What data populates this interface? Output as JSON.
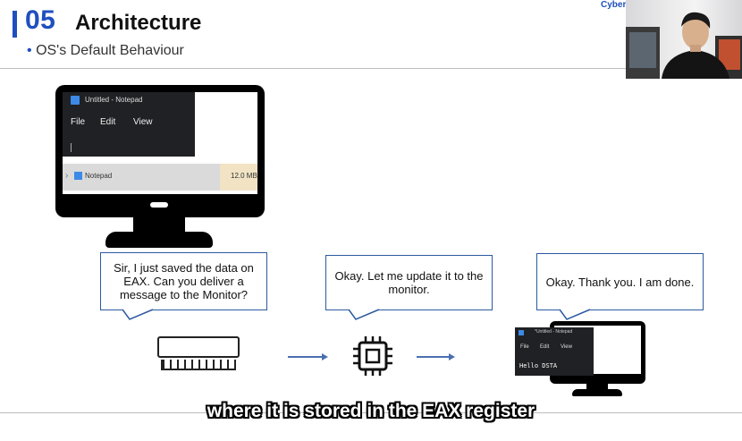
{
  "slide": {
    "number": "05",
    "title": "Architecture",
    "subtitle_bullet": "•",
    "subtitle": "OS's Default Behaviour",
    "brand_fragment": "Cyber"
  },
  "notepad_window": {
    "title": "Untitled - Notepad",
    "menu": [
      "File",
      "Edit",
      "View"
    ]
  },
  "task_manager_row": {
    "chevron": "›",
    "process": "Notepad",
    "memory": "12.0 MB"
  },
  "bubbles": {
    "memory_to_cpu": "Sir, I just saved the data on EAX. Can you deliver a message to the Monitor?",
    "cpu_reply": "Okay. Let me update it to the monitor.",
    "monitor_reply": "Okay. Thank you. I am done."
  },
  "small_notepad": {
    "title": "*Untitled - Notepad",
    "menu": [
      "File",
      "Edit",
      "View"
    ],
    "typed_text": "Hello DSTA"
  },
  "caption": "where it is stored in the EAX register",
  "colors": {
    "accent": "#1f4fbf",
    "bubble_border": "#2c5aa0",
    "arrow": "#4a6fb0",
    "notepad_dark": "#202124"
  }
}
